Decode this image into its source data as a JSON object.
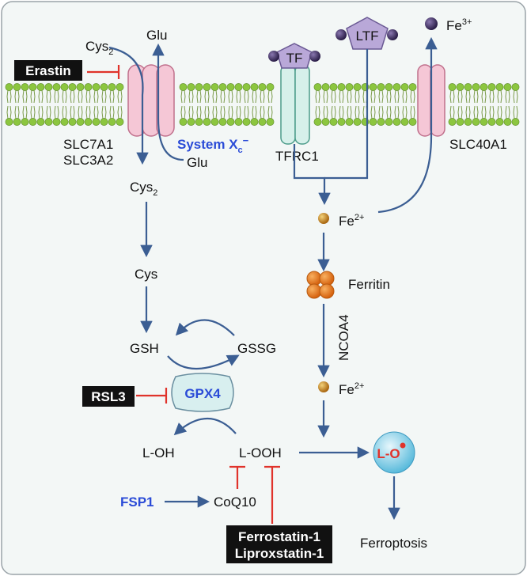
{
  "labels": {
    "cys2_out": "Cys",
    "cys2_out_sub": "2",
    "glu_out": "Glu",
    "erastin": "Erastin",
    "slc7a1": "SLC7A1",
    "slc3a2": "SLC3A2",
    "system_xc": "System X",
    "system_xc_sub": "c",
    "system_xc_sup": "−",
    "glu_in": "Glu",
    "tf": "TF",
    "ltf": "LTF",
    "tfrc1": "TFRC1",
    "fe3": "Fe",
    "fe3_sup": "3+",
    "slc40a1": "SLC40A1",
    "cys2_in": "Cys",
    "cys2_in_sub": "2",
    "fe2_a": "Fe",
    "fe2_a_sup": "2+",
    "cys": "Cys",
    "ferritin": "Ferritin",
    "ncoa4": "NCOA4",
    "gsh": "GSH",
    "gssg": "GSSG",
    "rsl3": "RSL3",
    "gpx4": "GPX4",
    "fe2_b": "Fe",
    "fe2_b_sup": "2+",
    "loh": "L-OH",
    "looh": "L-OOH",
    "lo": "L-O",
    "fsp1": "FSP1",
    "coq10": "CoQ10",
    "ferrostatin": "Ferrostatin-1",
    "liproxstatin": "Liproxstatin-1",
    "ferroptosis": "Ferroptosis"
  },
  "colors": {
    "background": "#f3f7f6",
    "membrane_head": "#8cc63f",
    "membrane_tail": "#7a9a4a",
    "transporter": "#f5c7d6",
    "transporter_edge": "#c0708c",
    "tfrc1": "#d6f0ea",
    "tfrc1_edge": "#4c9c8a",
    "tf": "#b9a8d8",
    "iron3": "#3b2a5c",
    "iron2": "#c9851c",
    "ferritin": "#ea7a1c",
    "gpx4_fill": "#d8efef",
    "lo_fill": "#8fd4ea",
    "arrow": "#3b5e93",
    "inhibit": "#e0332b",
    "blue_text": "#2a4bd7",
    "red_text": "#e0332b"
  },
  "icons": [
    "membrane",
    "transporter-channel",
    "tf-pentagon",
    "iron-ball",
    "ferritin-cluster",
    "gpx4-enzyme",
    "lipid-radical-sphere"
  ]
}
